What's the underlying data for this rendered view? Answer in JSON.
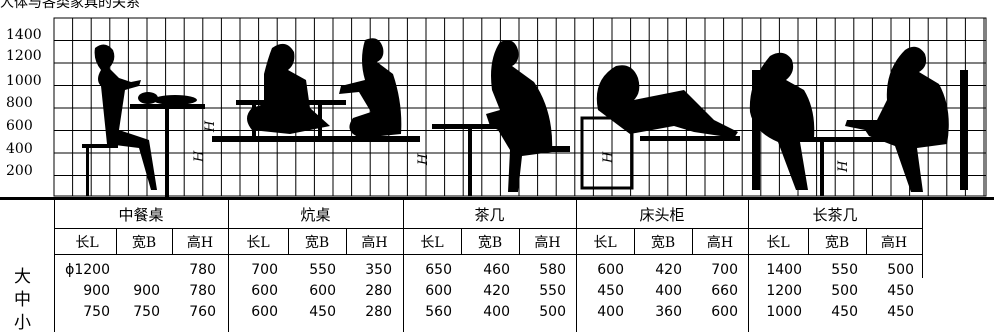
{
  "caption": "人体与各类家具的关系",
  "scale_ticks": [
    "1400",
    "1200",
    "1000",
    "800",
    "600",
    "400",
    "200"
  ],
  "height_marks": [
    "H",
    "H",
    "H",
    "H",
    "H"
  ],
  "furniture": [
    {
      "name": "中餐桌",
      "cols": [
        "长L",
        "宽B",
        "高H"
      ]
    },
    {
      "name": "炕桌",
      "cols": [
        "长L",
        "宽B",
        "高H"
      ]
    },
    {
      "name": "茶几",
      "cols": [
        "长L",
        "宽B",
        "高H"
      ]
    },
    {
      "name": "床头柜",
      "cols": [
        "长L",
        "宽B",
        "高H"
      ]
    },
    {
      "name": "长茶几",
      "cols": [
        "长L",
        "宽B",
        "高H"
      ]
    }
  ],
  "size_labels": [
    "大",
    "中",
    "小"
  ],
  "rows": [
    [
      "ϕ1200",
      "",
      "780",
      "700",
      "550",
      "350",
      "650",
      "460",
      "580",
      "600",
      "420",
      "700",
      "1400",
      "550",
      "500"
    ],
    [
      "900",
      "900",
      "780",
      "600",
      "600",
      "280",
      "600",
      "420",
      "550",
      "450",
      "400",
      "660",
      "1200",
      "500",
      "450"
    ],
    [
      "750",
      "750",
      "760",
      "600",
      "450",
      "280",
      "560",
      "400",
      "500",
      "400",
      "360",
      "600",
      "1000",
      "450",
      "450"
    ]
  ]
}
